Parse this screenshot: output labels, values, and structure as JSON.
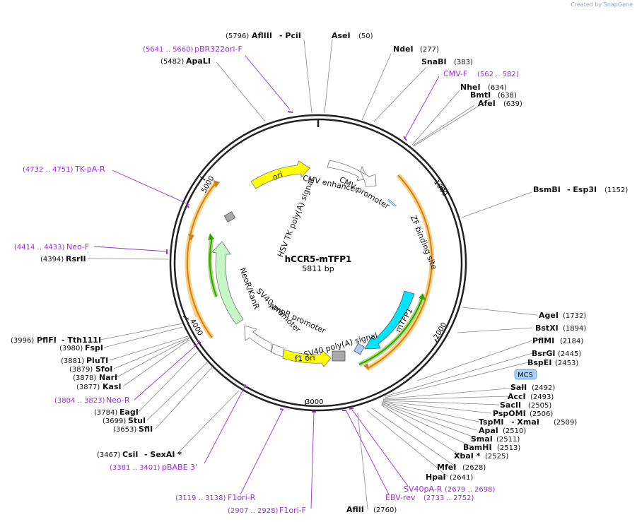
{
  "credit": {
    "prefix": "Created by",
    "brand": "SnapGene"
  },
  "map": {
    "name": "hCCR5-mTFP1",
    "size": "5811 bp",
    "ticks": [
      "1000",
      "2000",
      "3000",
      "4000",
      "5000"
    ],
    "mcs_badge": "MCS"
  },
  "colors": {
    "primer": "#9b30d9",
    "ori": "#ffff00",
    "neo": "#c6f5c6",
    "mtfp1": "#00e5ff",
    "orf_arrow": "#c8821e",
    "orf_halo": "#ffd080",
    "green_arrow": "#33a300",
    "mcs_box": "#a9cff5"
  },
  "features": [
    {
      "id": "ori",
      "label": "ori"
    },
    {
      "id": "cmv-enhancer",
      "label": "CMV enhancer"
    },
    {
      "id": "cmv-promoter",
      "label": "CMV promoter"
    },
    {
      "id": "zf",
      "label": "ZF binding site"
    },
    {
      "id": "mtfp1",
      "label": "mTFP1"
    },
    {
      "id": "sv40pa",
      "label": "SV40 poly(A) signal"
    },
    {
      "id": "f1ori",
      "label": "f1 ori"
    },
    {
      "id": "ampr",
      "label": "AmpR promoter"
    },
    {
      "id": "sv40p",
      "label": "SV40 promoter"
    },
    {
      "id": "neo",
      "label": "NeoR/KanR"
    },
    {
      "id": "hsvtk",
      "label": "HSV TK poly(A) signal"
    }
  ],
  "sites": [
    {
      "name": "AflIII",
      "pos": "(5796)"
    },
    {
      "name": "- PciI",
      "pos": ""
    },
    {
      "name": "AseI",
      "pos": "(50)"
    },
    {
      "name": "NdeI",
      "pos": "(277)"
    },
    {
      "name": "SnaBI",
      "pos": "(383)"
    },
    {
      "name": "NheI",
      "pos": "(634)"
    },
    {
      "name": "BmtI",
      "pos": "(638)"
    },
    {
      "name": "AfeI",
      "pos": "(639)"
    },
    {
      "name": "BsmBI",
      "pos": "(1152)"
    },
    {
      "name": "- Esp3I",
      "pos": ""
    },
    {
      "name": "AgeI",
      "pos": "(1732)"
    },
    {
      "name": "BstXI",
      "pos": "(1894)"
    },
    {
      "name": "PflMI",
      "pos": "(2184)"
    },
    {
      "name": "BsrGI",
      "pos": "(2445)"
    },
    {
      "name": "BspEI",
      "pos": "(2453)"
    },
    {
      "name": "SalI",
      "pos": "(2492)"
    },
    {
      "name": "AccI",
      "pos": "(2493)"
    },
    {
      "name": "SacII",
      "pos": "(2505)"
    },
    {
      "name": "PspOMI",
      "pos": "(2506)"
    },
    {
      "name": "TspMI",
      "pos": "(2509)"
    },
    {
      "name": "- XmaI",
      "pos": ""
    },
    {
      "name": "ApaI",
      "pos": "(2510)"
    },
    {
      "name": "SmaI",
      "pos": "(2511)"
    },
    {
      "name": "BamHI",
      "pos": "(2513)"
    },
    {
      "name": "XbaI *",
      "pos": "(2525)"
    },
    {
      "name": "MfeI",
      "pos": "(2628)"
    },
    {
      "name": "HpaI",
      "pos": "(2641)"
    },
    {
      "name": "AflII",
      "pos": "(2760)"
    },
    {
      "name": "ApaLI",
      "pos": "(5482)"
    },
    {
      "name": "RsrII",
      "pos": "(4394)"
    },
    {
      "name": "PflFI",
      "pos": "(3996)"
    },
    {
      "name": "- Tth111I",
      "pos": ""
    },
    {
      "name": "FspI",
      "pos": "(3980)"
    },
    {
      "name": "PluTI",
      "pos": "(3881)"
    },
    {
      "name": "SfoI",
      "pos": "(3879)"
    },
    {
      "name": "NarI",
      "pos": "(3878)"
    },
    {
      "name": "KasI",
      "pos": "(3877)"
    },
    {
      "name": "EagI",
      "pos": "(3784)"
    },
    {
      "name": "StuI",
      "pos": "(3699)"
    },
    {
      "name": "SfiI",
      "pos": "(3653)"
    },
    {
      "name": "CsiI",
      "pos": "(3467)"
    },
    {
      "name": "- SexAI *",
      "pos": ""
    }
  ],
  "primers": [
    {
      "name": "pBR322ori-F",
      "range": "(5641 .. 5660)"
    },
    {
      "name": "CMV-F",
      "range": "(562 .. 582)"
    },
    {
      "name": "TK-pA-R",
      "range": "(4732 .. 4751)"
    },
    {
      "name": "Neo-F",
      "range": "(4414 .. 4433)"
    },
    {
      "name": "Neo-R",
      "range": "(3804 .. 3823)"
    },
    {
      "name": "pBABE 3'",
      "range": "(3381 .. 3401)"
    },
    {
      "name": "F1ori-R",
      "range": "(3119 .. 3138)"
    },
    {
      "name": "F1ori-F",
      "range": "(2907 .. 2928)"
    },
    {
      "name": "EBV-rev",
      "range": "(2733 .. 2752)"
    },
    {
      "name": "SV40pA-R",
      "range": "(2679 .. 2698)"
    }
  ]
}
